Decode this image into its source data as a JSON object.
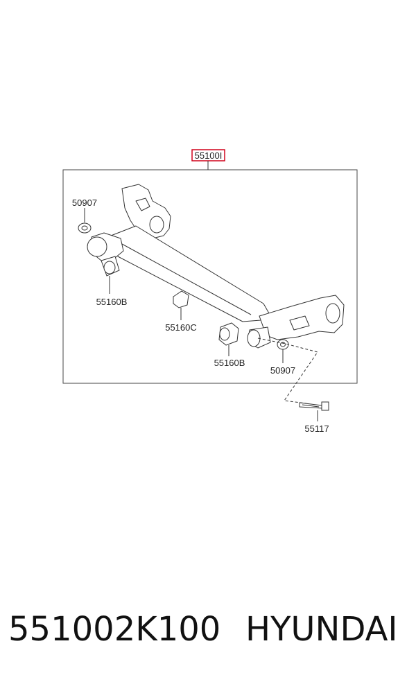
{
  "diagram": {
    "assembly_label": "55100I",
    "labels": {
      "washer_left": "50907",
      "bushing_left": "55160B",
      "stopper": "55160C",
      "bushing_right": "55160B",
      "washer_right": "50907",
      "bolt": "55117"
    },
    "highlight_color": "#d0021b"
  },
  "caption": {
    "part_number": "551002K100",
    "brand": "HYUNDAI"
  }
}
